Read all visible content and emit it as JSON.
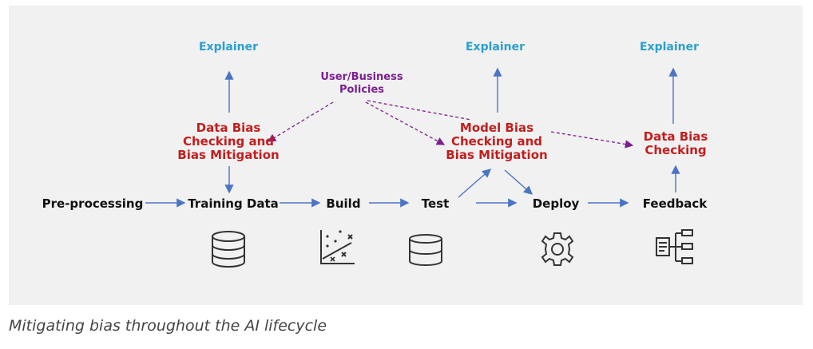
{
  "stages": {
    "preprocessing": "Pre-processing",
    "training_data": "Training Data",
    "build": "Build",
    "test": "Test",
    "deploy": "Deploy",
    "feedback": "Feedback"
  },
  "explainers": {
    "left": "Explainer",
    "middle": "Explainer",
    "right": "Explainer"
  },
  "checks": {
    "data_bias_mitigation": "Data Bias\nChecking and\nBias Mitigation",
    "model_bias_mitigation": "Model Bias\nChecking and\nBias Mitigation",
    "data_bias_checking": "Data Bias\nChecking"
  },
  "policies": "User/Business\nPolicies",
  "caption": "Mitigating bias throughout the AI lifecycle",
  "icons": {
    "training_data": "database-icon",
    "build": "scatter-plot-icon",
    "test": "database-icon",
    "deploy": "gear-icon",
    "feedback": "hierarchy-icon"
  },
  "colors": {
    "stage": "#111111",
    "explainer": "#2aa0d0",
    "check": "#c41e1e",
    "policy": "#7b1f8f",
    "arrow": "#4a74c4",
    "panel": "#f1f1f1"
  }
}
